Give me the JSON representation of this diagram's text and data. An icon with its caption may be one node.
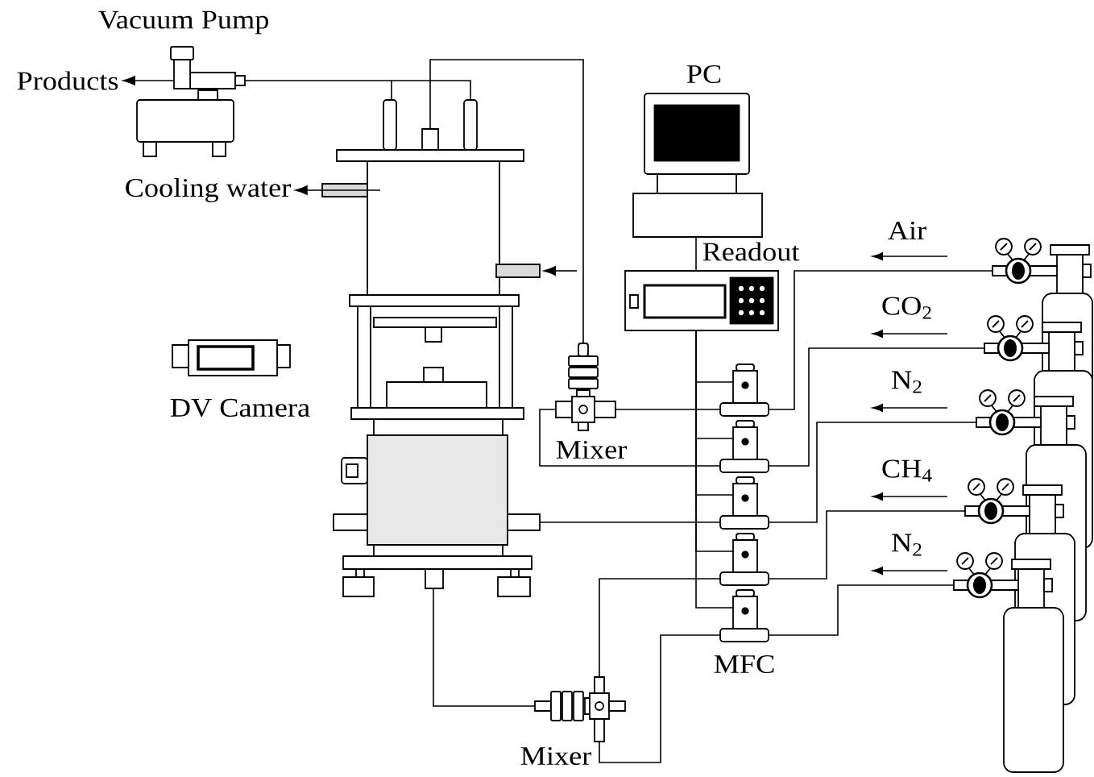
{
  "diagram": {
    "nodes": [
      {
        "text": [
          "Vacuum Pump"
        ]
      },
      {
        "text": [
          "Products"
        ]
      },
      {
        "text": [],
        "shape": "picture"
      },
      {
        "text": [
          "PC"
        ]
      },
      {
        "text": [
          "Cooling water"
        ]
      },
      {
        "text": [
          "Readout"
        ]
      },
      {
        "text": [
          "DV Camera"
        ]
      },
      {
        "text": [
          "Mixer"
        ]
      },
      {
        "text": [],
        "shape": "picture"
      },
      {
        "text": [],
        "shape": "picture"
      },
      {
        "text": [],
        "shape": "picture"
      },
      {
        "text": [],
        "shape": "picture"
      },
      {
        "text": [],
        "shape": "picture"
      },
      {
        "text": [],
        "shape": "picture"
      },
      {
        "text": [
          "Mixer"
        ]
      },
      {
        "text": [],
        "shape": "cylinder"
      },
      {
        "text": [],
        "shape": "cylinder"
      },
      {
        "text": [],
        "shape": "cylinder"
      },
      {
        "text": [],
        "shape": "cylinder"
      },
      {
        "text": [],
        "shape": "cylinder"
      }
    ],
    "edges": [
      {
        "from": 0,
        "to": 1,
        "arrow": "to"
      },
      {
        "from": 0,
        "to": 2,
        "arrow": "none"
      },
      {
        "from": 2,
        "to": 4,
        "arrow": "to"
      },
      {
        "from": null,
        "to": 2,
        "arrow": "to"
      },
      {
        "from": 3,
        "to": 5,
        "arrow": "none"
      },
      {
        "from": 5,
        "to": 9,
        "arrow": "none"
      },
      {
        "from": 5,
        "to": 10,
        "arrow": "none"
      },
      {
        "from": 5,
        "to": 11,
        "arrow": "none"
      },
      {
        "from": 5,
        "to": 12,
        "arrow": "none"
      },
      {
        "from": 5,
        "to": 13,
        "arrow": "none"
      },
      {
        "from": 15,
        "to": 9,
        "label": "Air",
        "arrow": "none"
      },
      {
        "from": 16,
        "to": 10,
        "label": "CO$_{2}$",
        "arrow": "none"
      },
      {
        "from": 17,
        "to": 11,
        "label": "N$_{2}$",
        "arrow": "none"
      },
      {
        "from": 18,
        "to": 12,
        "label": "CH$_{4}$",
        "arrow": "none"
      },
      {
        "from": 19,
        "to": 13,
        "label": "N$_{2}$",
        "arrow": "none"
      },
      {
        "from": 9,
        "to": 7,
        "arrow": "none"
      },
      {
        "from": 10,
        "to": 7,
        "arrow": "none"
      },
      {
        "from": 11,
        "to": 8,
        "arrow": "none"
      },
      {
        "from": 12,
        "to": 14,
        "arrow": "none"
      },
      {
        "from": 13,
        "to": 14,
        "arrow": "none"
      },
      {
        "from": 7,
        "to": 2,
        "arrow": "none"
      },
      {
        "from": 14,
        "to": 8,
        "arrow": "none"
      }
    ],
    "labels": [
      "MFC"
    ]
  }
}
